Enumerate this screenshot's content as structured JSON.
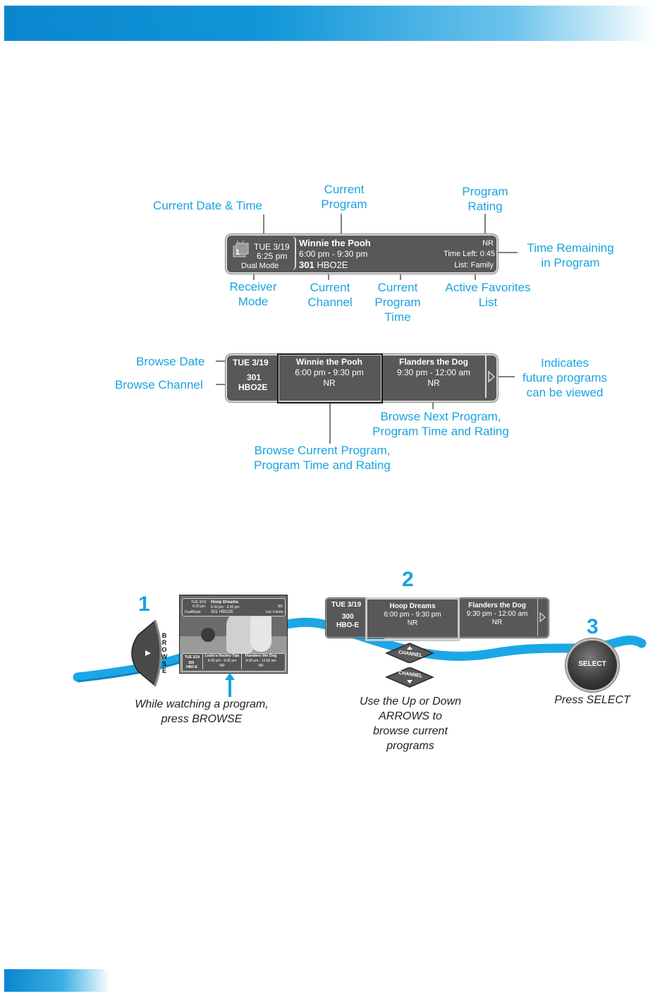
{
  "info_banner": {
    "date": "TUE 3/19",
    "time": "6:25 pm",
    "tv_number": "1",
    "mode": "Dual Mode",
    "program_title": "Winnie the Pooh",
    "program_time": "6:00 pm - 9:30 pm",
    "channel_number": "301",
    "channel_name": "HBO2E",
    "rating": "NR",
    "time_left": "Time Left: 0:45",
    "favorites": "List: Family"
  },
  "info_callouts": {
    "date_time": "Current Date & Time",
    "program": [
      "Current",
      "Program"
    ],
    "rating": [
      "Program",
      "Rating"
    ],
    "time_remaining": [
      "Time Remaining",
      "in Program"
    ],
    "receiver_mode": [
      "Receiver",
      "Mode"
    ],
    "channel": [
      "Current",
      "Channel"
    ],
    "program_time": [
      "Current",
      "Program",
      "Time"
    ],
    "favorites": [
      "Active Favorites",
      "List"
    ]
  },
  "browse_banner": {
    "date": "TUE 3/19",
    "channel_number": "301",
    "channel_name": "HBO2E",
    "current": {
      "title": "Winnie the Pooh",
      "time_start": "6:00 pm",
      "time_sep": "-",
      "time_end": "9:30 pm",
      "rating": "NR"
    },
    "next": {
      "title": "Flanders the Dog",
      "time": "9:30 pm - 12:00 am",
      "rating": "NR"
    }
  },
  "browse_callouts": {
    "date": "Browse Date",
    "channel": "Browse Channel",
    "future": [
      "Indicates",
      "future programs",
      "can be viewed"
    ],
    "next": [
      "Browse Next Program,",
      "Program Time and Rating"
    ],
    "current": [
      "Browse Current Program,",
      "Program Time and Rating"
    ]
  },
  "steps": {
    "one": {
      "number": "1",
      "button_label": [
        "B",
        "R",
        "O",
        "W",
        "S",
        "E"
      ],
      "caption": [
        "While watching a program,",
        "press BROWSE"
      ],
      "screen": {
        "title": "Hoop Dreams",
        "time": "6:30 pm - 9:30 pm",
        "channel": "301 HBO2E",
        "date": "TUE 3/19",
        "clock": "6:25 pm",
        "mode": "DualMode",
        "rating": "NR",
        "list": "List: Family",
        "b_date": "TUE 3/19",
        "b_channel_number": "300",
        "b_channel_name": "HBO-E",
        "b_current_title": "Leslie's Hockey Tips",
        "b_current_time": "6:00 pm - 9:30 pm",
        "b_current_rating": "NR",
        "b_next_title": "Flanders the Dog",
        "b_next_time": "9:30 pm - 12:00 am",
        "b_next_rating": "NR"
      }
    },
    "two": {
      "number": "2",
      "banner": {
        "date": "TUE 3/19",
        "channel_number": "300",
        "channel_name": "HBO-E",
        "current_title": "Hoop Dreams",
        "current_time": "6:00 pm - 9:30 pm",
        "current_rating": "NR",
        "next_title": "Flanders the Dog",
        "next_time": "9:30 pm - 12:00 am",
        "next_rating": "NR"
      },
      "arrow_label": "CHANNEL",
      "caption": [
        "Use the Up or Down",
        "ARROWS to",
        "browse current",
        "programs"
      ]
    },
    "three": {
      "number": "3",
      "button_label": "SELECT",
      "caption": "Press SELECT"
    }
  },
  "colors": {
    "accent": "#19a3e0",
    "banner_bg": "#58585a",
    "header_blue": "#0a86cf"
  }
}
